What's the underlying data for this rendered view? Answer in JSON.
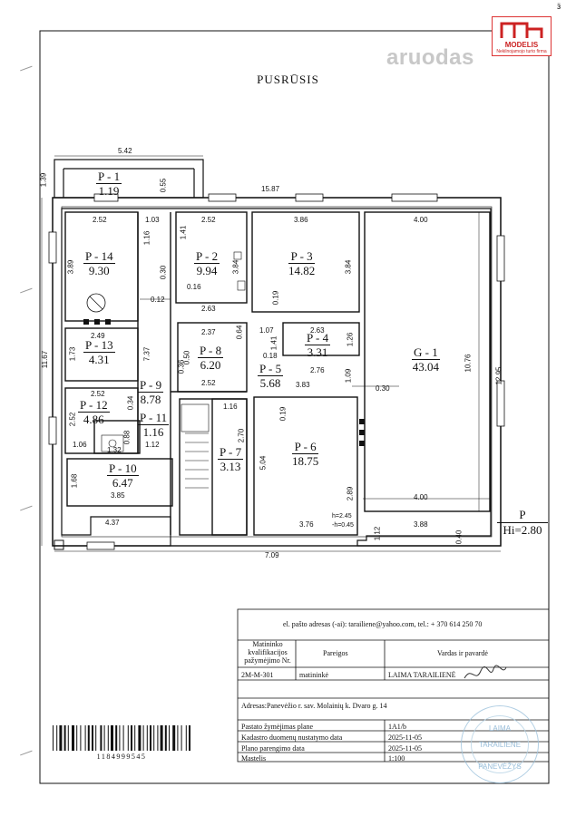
{
  "sheet": {
    "title": "PUSRŪSIS",
    "watermark": "aruodas",
    "corner_mark": "ӟ"
  },
  "logo": {
    "name": "MODELIS",
    "subtitle": "Nekilnojamojo turto firma",
    "accent": "#cc2222"
  },
  "rooms": [
    {
      "id": "P - 1",
      "area": "1.19"
    },
    {
      "id": "P - 14",
      "area": "9.30"
    },
    {
      "id": "P - 2",
      "area": "9.94"
    },
    {
      "id": "P - 3",
      "area": "14.82"
    },
    {
      "id": "P - 4",
      "area": "3.31"
    },
    {
      "id": "P - 13",
      "area": "4.31"
    },
    {
      "id": "P - 8",
      "area": "6.20"
    },
    {
      "id": "P - 5",
      "area": "5.68"
    },
    {
      "id": "P - 9",
      "area": "8.78"
    },
    {
      "id": "P - 12",
      "area": "4.86"
    },
    {
      "id": "P - 11",
      "area": "1.16"
    },
    {
      "id": "P - 7",
      "area": "3.13"
    },
    {
      "id": "P - 6",
      "area": "18.75"
    },
    {
      "id": "P - 10",
      "area": "6.47"
    },
    {
      "id": "G - 1",
      "area": "43.04"
    }
  ],
  "dimensions": [
    "5.42",
    "1.39",
    "0.55",
    "15.87",
    "2.52",
    "1.03",
    "2.52",
    "3.86",
    "4.00",
    "1.16",
    "1.41",
    "3.89",
    "0.30",
    "3.84",
    "3.84",
    "0.16",
    "2.63",
    "0.19",
    "0.12",
    "2.37",
    "1.07",
    "0.64",
    "2.63",
    "11.67",
    "2.49",
    "1.41",
    "1.26",
    "1.73",
    "7.37",
    "0.36",
    "0.50",
    "0.18",
    "2.76",
    "10.76",
    "12.95",
    "2.52",
    "3.83",
    "1.09",
    "0.30",
    "2.52",
    "0.34",
    "1.16",
    "2.52",
    "0.19",
    "1.06",
    "1.32",
    "0.88",
    "1.12",
    "2.70",
    "5.04",
    "2.89",
    "4.00",
    "1.68",
    "3.85",
    "4.37",
    "3.76",
    "3.88",
    "1.12",
    "0.40",
    "7.09"
  ],
  "heights": {
    "h1": "h=2.45",
    "h2": "-h=0.45",
    "floor_label": "P",
    "floor_height": "Hi=2.80"
  },
  "info_block": {
    "email_line": "el. pašto adresas (-ai): tarailiene@yahoo.com, tel.: + 370 614 250 70",
    "col_qual": "Matininko kvalifikacijos pažymėjimo Nr.",
    "col_duty": "Pareigos",
    "col_name": "Vardas ir pavardė",
    "qual_no": "2M-M-301",
    "duty": "matininkė",
    "name": "LAIMA TARAILIENĖ",
    "address": "Adresas:Panevėžio r. sav. Molainių k. Dvaro g. 14",
    "rows": [
      {
        "label": "Pastato žymėjimas plane",
        "value": "1A1/b"
      },
      {
        "label": "Kadastro duomenų nustatymo data",
        "value": "2025-11-05"
      },
      {
        "label": "Plano parengimo data",
        "value": "2025-11-05"
      },
      {
        "label": "Mastelis",
        "value": "1:100"
      }
    ]
  },
  "barcode_number": "1184999545",
  "stamp": {
    "line1": "LAIMA",
    "line2": "TARAILIENE",
    "line3": "PANEVĖŽYS"
  }
}
